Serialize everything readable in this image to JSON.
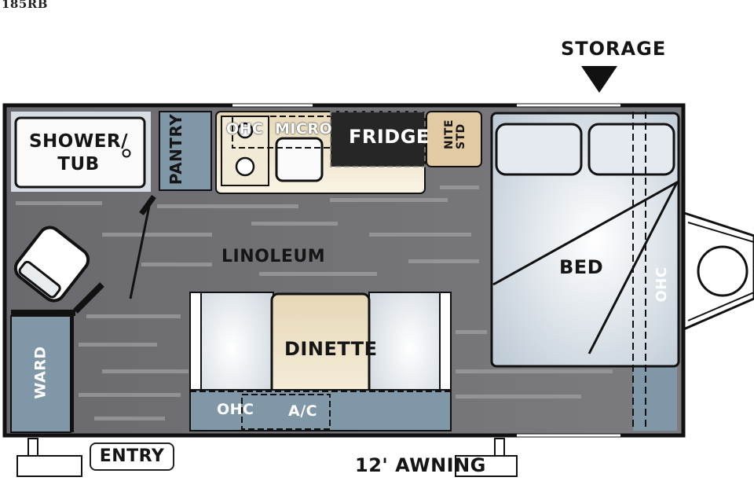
{
  "model": "185RB",
  "labels": {
    "storage": "STORAGE",
    "shower_line1": "SHOWER/",
    "shower_line2": "TUB",
    "pantry": "PANTRY",
    "ohc_kitchen": "OHC",
    "micro": "MICRO",
    "fridge": "FRIDGE",
    "nite_line1": "NITE",
    "nite_line2": "STD",
    "linoleum": "LINOLEUM",
    "bed": "BED",
    "ohc_bed": "OHC",
    "dinette": "DINETTE",
    "ward": "WARD",
    "ohc_dinette": "OHC",
    "ac": "A/C",
    "entry": "ENTRY",
    "awning": "12' AWNING"
  },
  "colors": {
    "wall": "#111111",
    "floor": "#6f6f73",
    "blue_gray": "#7f97a7",
    "counter": "#efe3c8",
    "fridge": "#262626",
    "nite": "#e2caa2",
    "bed_fill": "#dfe6ec"
  }
}
